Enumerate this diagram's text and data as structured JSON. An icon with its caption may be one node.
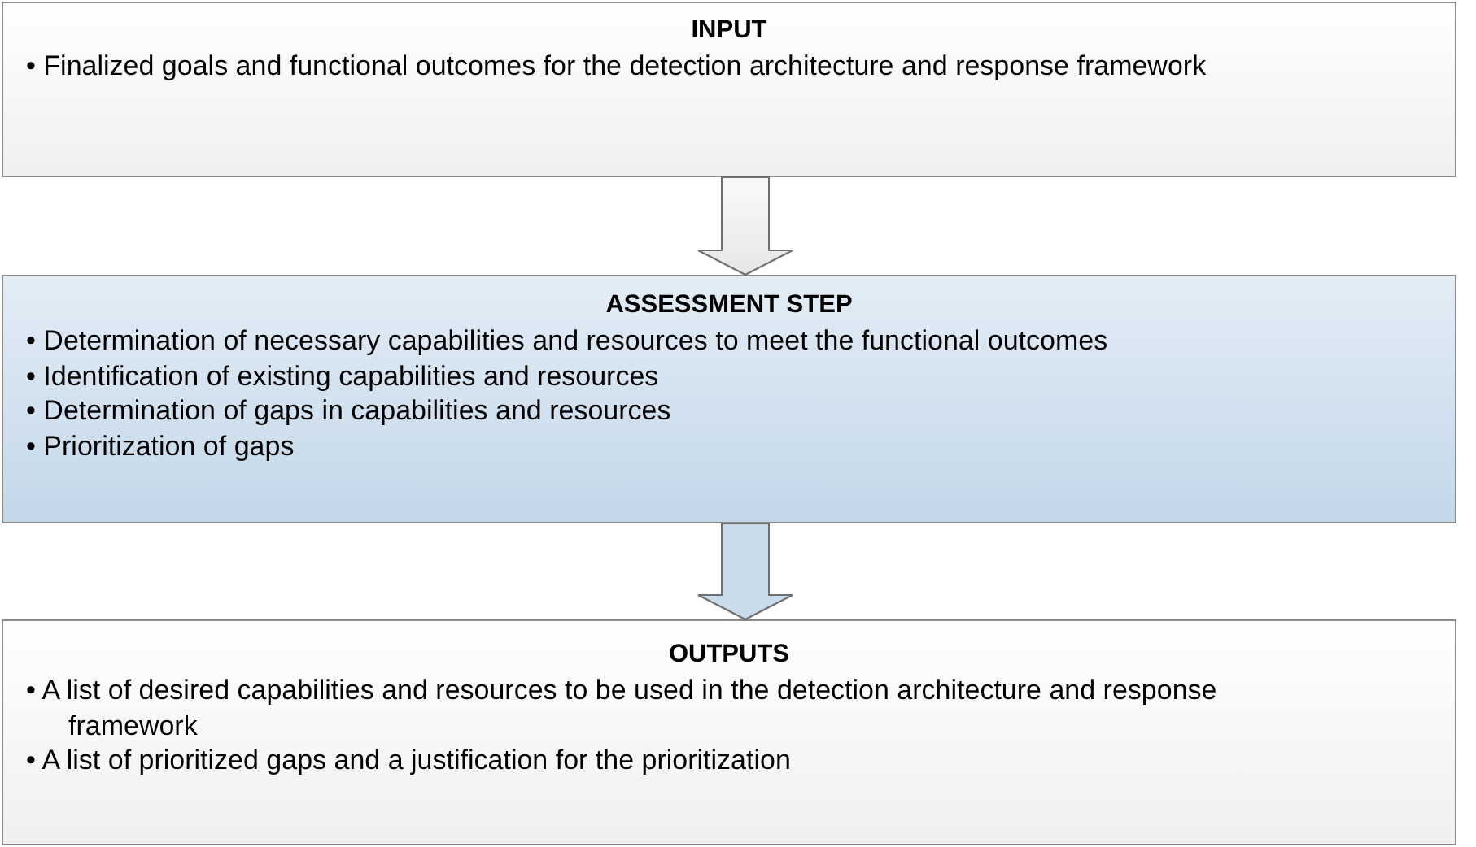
{
  "diagram": {
    "nodes": [
      {
        "text": [
          "INPUT",
          "• Finalized goals and functional outcomes for the detection architecture and response framework"
        ]
      },
      {
        "text": [
          "ASSESSMENT STEP",
          "• Determination of necessary capabilities and resources to meet the functional outcomes",
          "• Identification of existing capabilities and resources",
          "• Determination of gaps in capabilities and resources",
          "• Prioritization of gaps"
        ]
      },
      {
        "text": [
          "OUTPUTS",
          "• A list of desired capabilities and resources to be used in the detection architecture and response framework",
          "• A list of prioritized gaps and a justification for the prioritization"
        ]
      }
    ],
    "edges": [
      {
        "from": 0,
        "to": 1,
        "arrow": "to"
      },
      {
        "from": 1,
        "to": 2,
        "arrow": "to",
        "color": "#c9dcec"
      }
    ]
  }
}
